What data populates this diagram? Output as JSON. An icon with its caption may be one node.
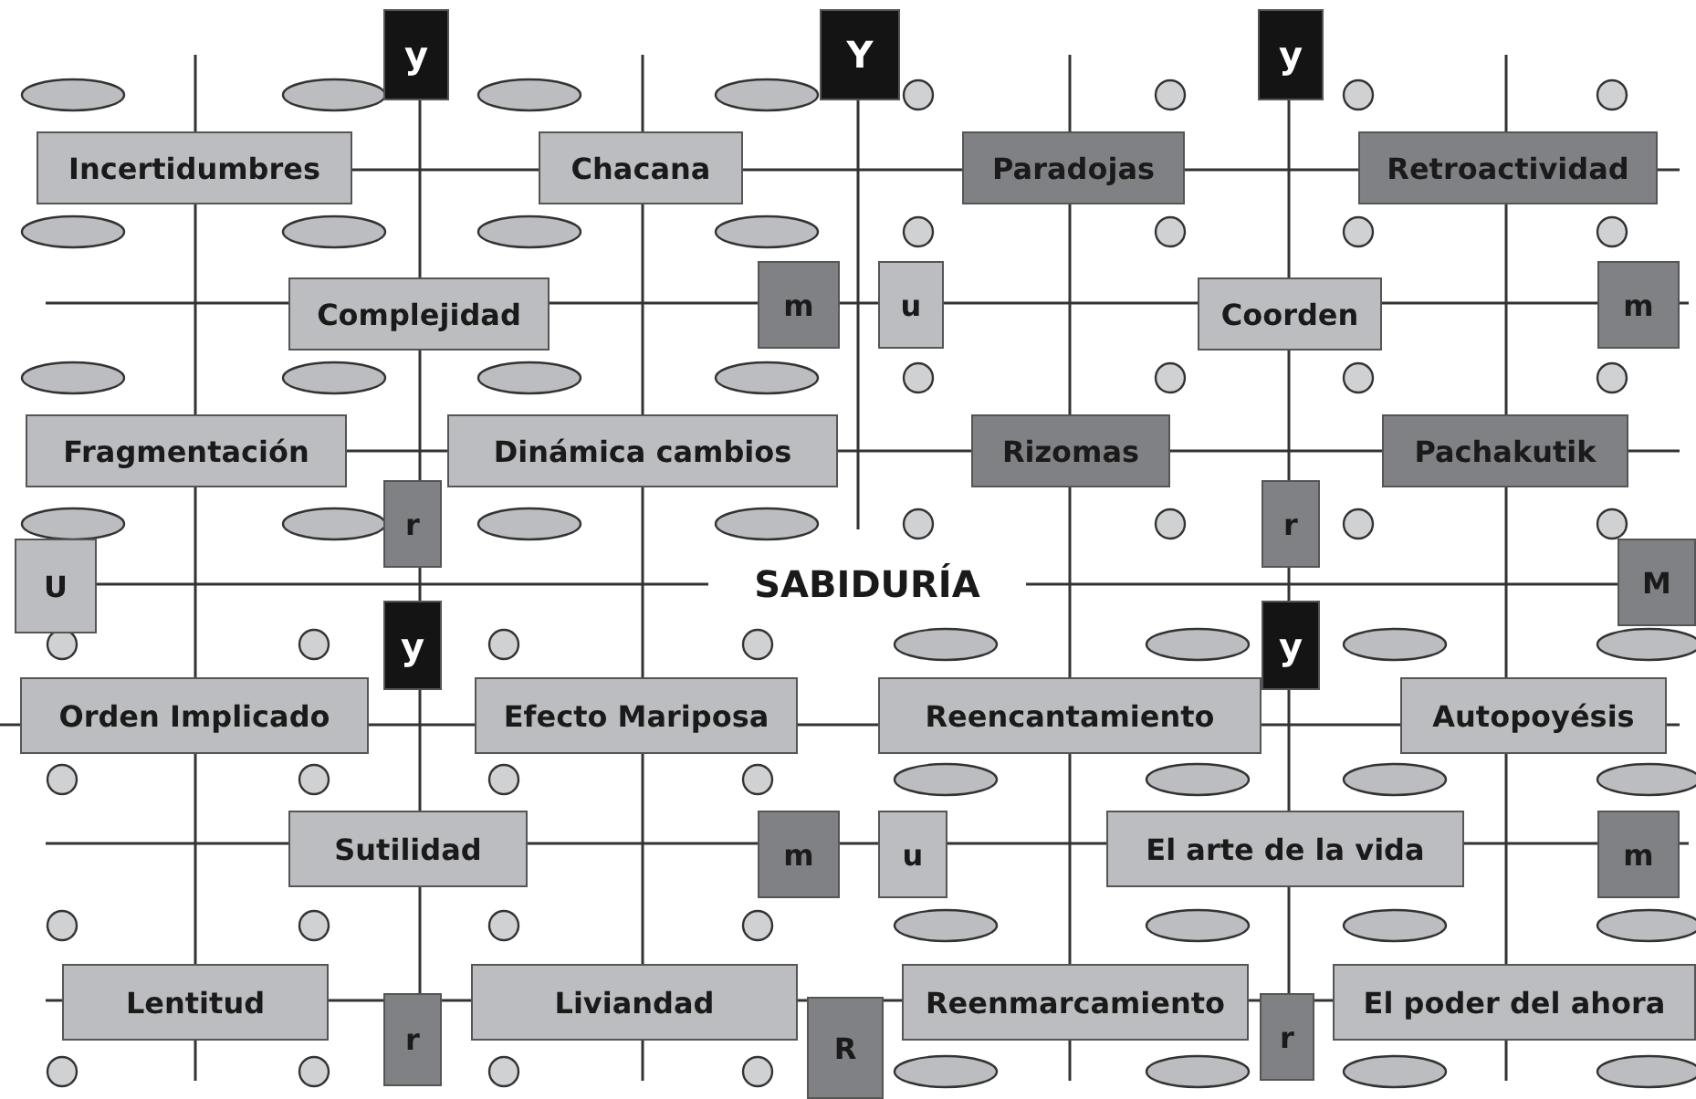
{
  "diagram": {
    "nodes": [
      {
        "text": [
          "y"
        ]
      },
      {
        "text": [
          "Y"
        ]
      },
      {
        "text": [
          "y"
        ]
      },
      {
        "text": [
          "Incertidumbres"
        ]
      },
      {
        "text": [
          "Chacana"
        ]
      },
      {
        "text": [
          "Paradojas"
        ]
      },
      {
        "text": [
          "Retroactividad"
        ]
      },
      {
        "text": [
          "Complejidad"
        ]
      },
      {
        "text": [
          "m"
        ]
      },
      {
        "text": [
          "u"
        ]
      },
      {
        "text": [
          "Coorden"
        ]
      },
      {
        "text": [
          "m"
        ]
      },
      {
        "text": [
          "Fragmentación"
        ]
      },
      {
        "text": [
          "Dinámica cambios"
        ]
      },
      {
        "text": [
          "Rizomas"
        ]
      },
      {
        "text": [
          "Pachakutik"
        ]
      },
      {
        "text": [
          "r"
        ]
      },
      {
        "text": [
          "r"
        ]
      },
      {
        "text": [
          "U"
        ]
      },
      {
        "text": [
          "SABIDURÍA"
        ]
      },
      {
        "text": [
          "M"
        ]
      },
      {
        "text": [
          "y"
        ]
      },
      {
        "text": [
          "y"
        ]
      },
      {
        "text": [
          "Orden Implicado"
        ]
      },
      {
        "text": [
          "Efecto Mariposa"
        ]
      },
      {
        "text": [
          "Reencantamiento"
        ]
      },
      {
        "text": [
          "Autopoyésis"
        ]
      },
      {
        "text": [
          "Sutilidad"
        ]
      },
      {
        "text": [
          "m"
        ]
      },
      {
        "text": [
          "u"
        ]
      },
      {
        "text": [
          "El arte de la vida"
        ]
      },
      {
        "text": [
          "m"
        ]
      },
      {
        "text": [
          "Lentitud"
        ]
      },
      {
        "text": [
          "r"
        ]
      },
      {
        "text": [
          "Liviandad"
        ]
      },
      {
        "text": [
          "R"
        ]
      },
      {
        "text": [
          "Reenmarcamiento"
        ]
      },
      {
        "text": [
          "r"
        ]
      },
      {
        "text": [
          "El poder del ahora"
        ]
      }
    ],
    "edges": [
      {
        "from": 3,
        "to": 4,
        "arrow": "none"
      },
      {
        "from": 4,
        "to": 5,
        "arrow": "none"
      },
      {
        "from": 5,
        "to": 6,
        "arrow": "none"
      },
      {
        "from": 7,
        "to": 8,
        "arrow": "none"
      },
      {
        "from": 8,
        "to": 9,
        "arrow": "none"
      },
      {
        "from": 9,
        "to": 10,
        "arrow": "none"
      },
      {
        "from": 10,
        "to": 11,
        "arrow": "none"
      },
      {
        "from": 12,
        "to": 13,
        "arrow": "none"
      },
      {
        "from": 13,
        "to": 14,
        "arrow": "none"
      },
      {
        "from": 14,
        "to": 15,
        "arrow": "none"
      },
      {
        "from": 18,
        "to": 19,
        "arrow": "none"
      },
      {
        "from": 19,
        "to": 20,
        "arrow": "none"
      },
      {
        "from": 23,
        "to": 24,
        "arrow": "none"
      },
      {
        "from": 24,
        "to": 25,
        "arrow": "none"
      },
      {
        "from": 25,
        "to": 26,
        "arrow": "none"
      },
      {
        "from": 27,
        "to": 28,
        "arrow": "none"
      },
      {
        "from": 28,
        "to": 29,
        "arrow": "none"
      },
      {
        "from": 29,
        "to": 30,
        "arrow": "none"
      },
      {
        "from": 30,
        "to": 31,
        "arrow": "none"
      },
      {
        "from": 32,
        "to": 33,
        "arrow": "none"
      },
      {
        "from": 33,
        "to": 34,
        "arrow": "none"
      },
      {
        "from": 34,
        "to": 35,
        "arrow": "none"
      },
      {
        "from": 35,
        "to": 36,
        "arrow": "none"
      },
      {
        "from": 36,
        "to": 37,
        "arrow": "none"
      },
      {
        "from": 37,
        "to": 38,
        "arrow": "none"
      },
      {
        "from": 3,
        "to": 12,
        "arrow": "none"
      },
      {
        "from": 12,
        "to": 23,
        "arrow": "none"
      },
      {
        "from": 23,
        "to": 32,
        "arrow": "none"
      },
      {
        "from": 0,
        "to": 7,
        "arrow": "none"
      },
      {
        "from": 7,
        "to": 16,
        "arrow": "none"
      },
      {
        "from": 16,
        "to": 21,
        "arrow": "none"
      },
      {
        "from": 21,
        "to": 27,
        "arrow": "none"
      },
      {
        "from": 27,
        "to": 33,
        "arrow": "none"
      },
      {
        "from": 4,
        "to": 13,
        "arrow": "none"
      },
      {
        "from": 13,
        "to": 24,
        "arrow": "none"
      },
      {
        "from": 24,
        "to": 34,
        "arrow": "none"
      },
      {
        "from": 5,
        "to": 14,
        "arrow": "none"
      },
      {
        "from": 14,
        "to": 25,
        "arrow": "none"
      },
      {
        "from": 25,
        "to": 36,
        "arrow": "none"
      },
      {
        "from": 2,
        "to": 10,
        "arrow": "none"
      },
      {
        "from": 10,
        "to": 17,
        "arrow": "none"
      },
      {
        "from": 17,
        "to": 22,
        "arrow": "none"
      },
      {
        "from": 22,
        "to": 30,
        "arrow": "none"
      },
      {
        "from": 30,
        "to": 37,
        "arrow": "none"
      },
      {
        "from": 6,
        "to": 15,
        "arrow": "none"
      },
      {
        "from": 15,
        "to": 26,
        "arrow": "none"
      },
      {
        "from": 26,
        "to": 38,
        "arrow": "none"
      }
    ]
  }
}
